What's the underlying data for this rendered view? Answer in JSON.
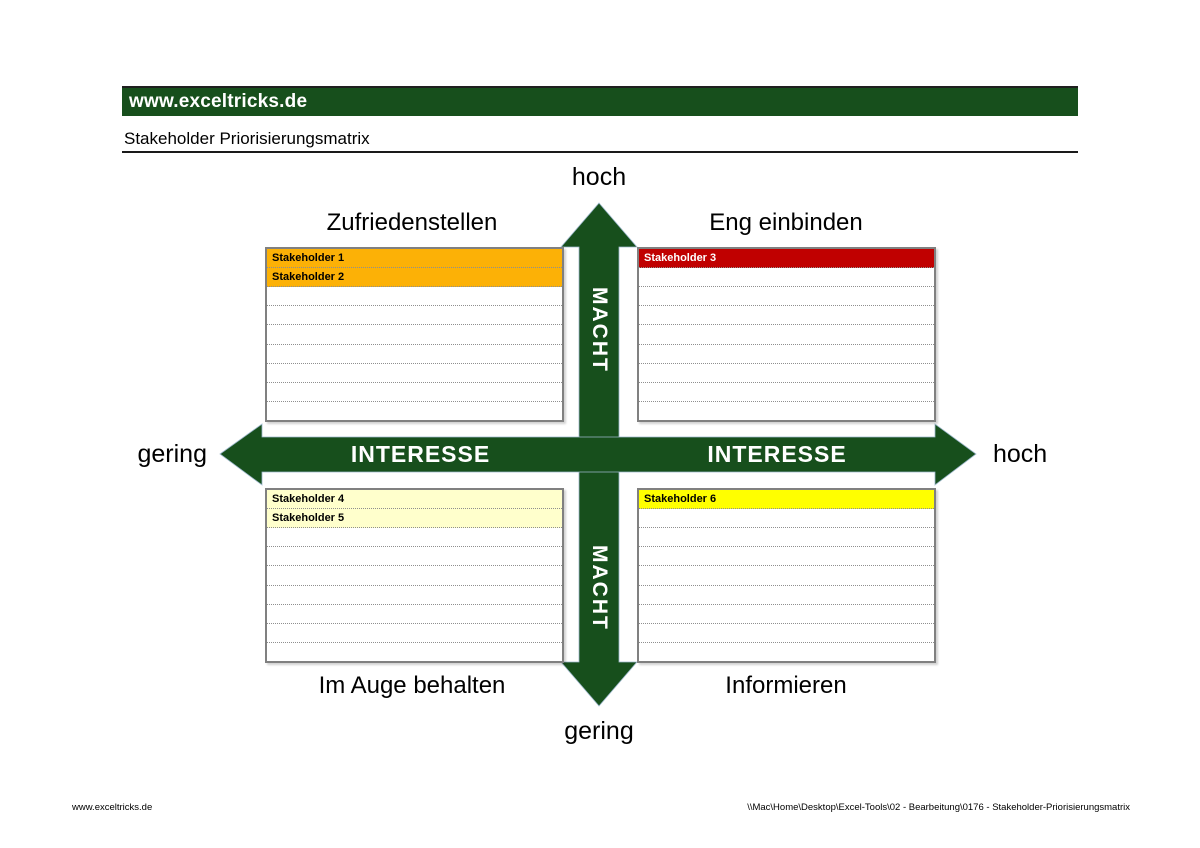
{
  "header": {
    "banner_text": "www.exceltricks.de",
    "banner_bg": "#174F1C",
    "title": "Stakeholder Priorisierungsmatrix"
  },
  "matrix": {
    "arrow_color": "#174F1C",
    "arrow_outline": "#9db8cc",
    "power_axis": {
      "name": "MACHT",
      "top_label": "hoch",
      "bottom_label": "gering"
    },
    "interest_axis": {
      "name": "INTERESSE",
      "left_label": "gering",
      "right_label": "hoch"
    },
    "quadrants": [
      {
        "position": "top-left",
        "title": "Zufriedenstellen",
        "total_rows": 9,
        "rows": [
          {
            "label": "Stakeholder 1",
            "bg": "#FCB106",
            "color": "#000000"
          },
          {
            "label": "Stakeholder 2",
            "bg": "#FCB106",
            "color": "#000000"
          }
        ]
      },
      {
        "position": "top-right",
        "title": "Eng einbinden",
        "total_rows": 9,
        "rows": [
          {
            "label": "Stakeholder 3",
            "bg": "#C00000",
            "color": "#FFFFFF"
          }
        ]
      },
      {
        "position": "bottom-left",
        "title": "Im Auge behalten",
        "total_rows": 9,
        "rows": [
          {
            "label": "Stakeholder 4",
            "bg": "#FFFFCC",
            "color": "#000000"
          },
          {
            "label": "Stakeholder 5",
            "bg": "#FFFFCC",
            "color": "#000000"
          }
        ]
      },
      {
        "position": "bottom-right",
        "title": "Informieren",
        "total_rows": 9,
        "rows": [
          {
            "label": "Stakeholder 6",
            "bg": "#FFFF00",
            "color": "#000000"
          }
        ]
      }
    ]
  },
  "footer": {
    "left": "www.exceltricks.de",
    "right": "\\\\Mac\\Home\\Desktop\\Excel-Tools\\02 - Bearbeitung\\0176 - Stakeholder-Priorisierungsmatrix"
  }
}
